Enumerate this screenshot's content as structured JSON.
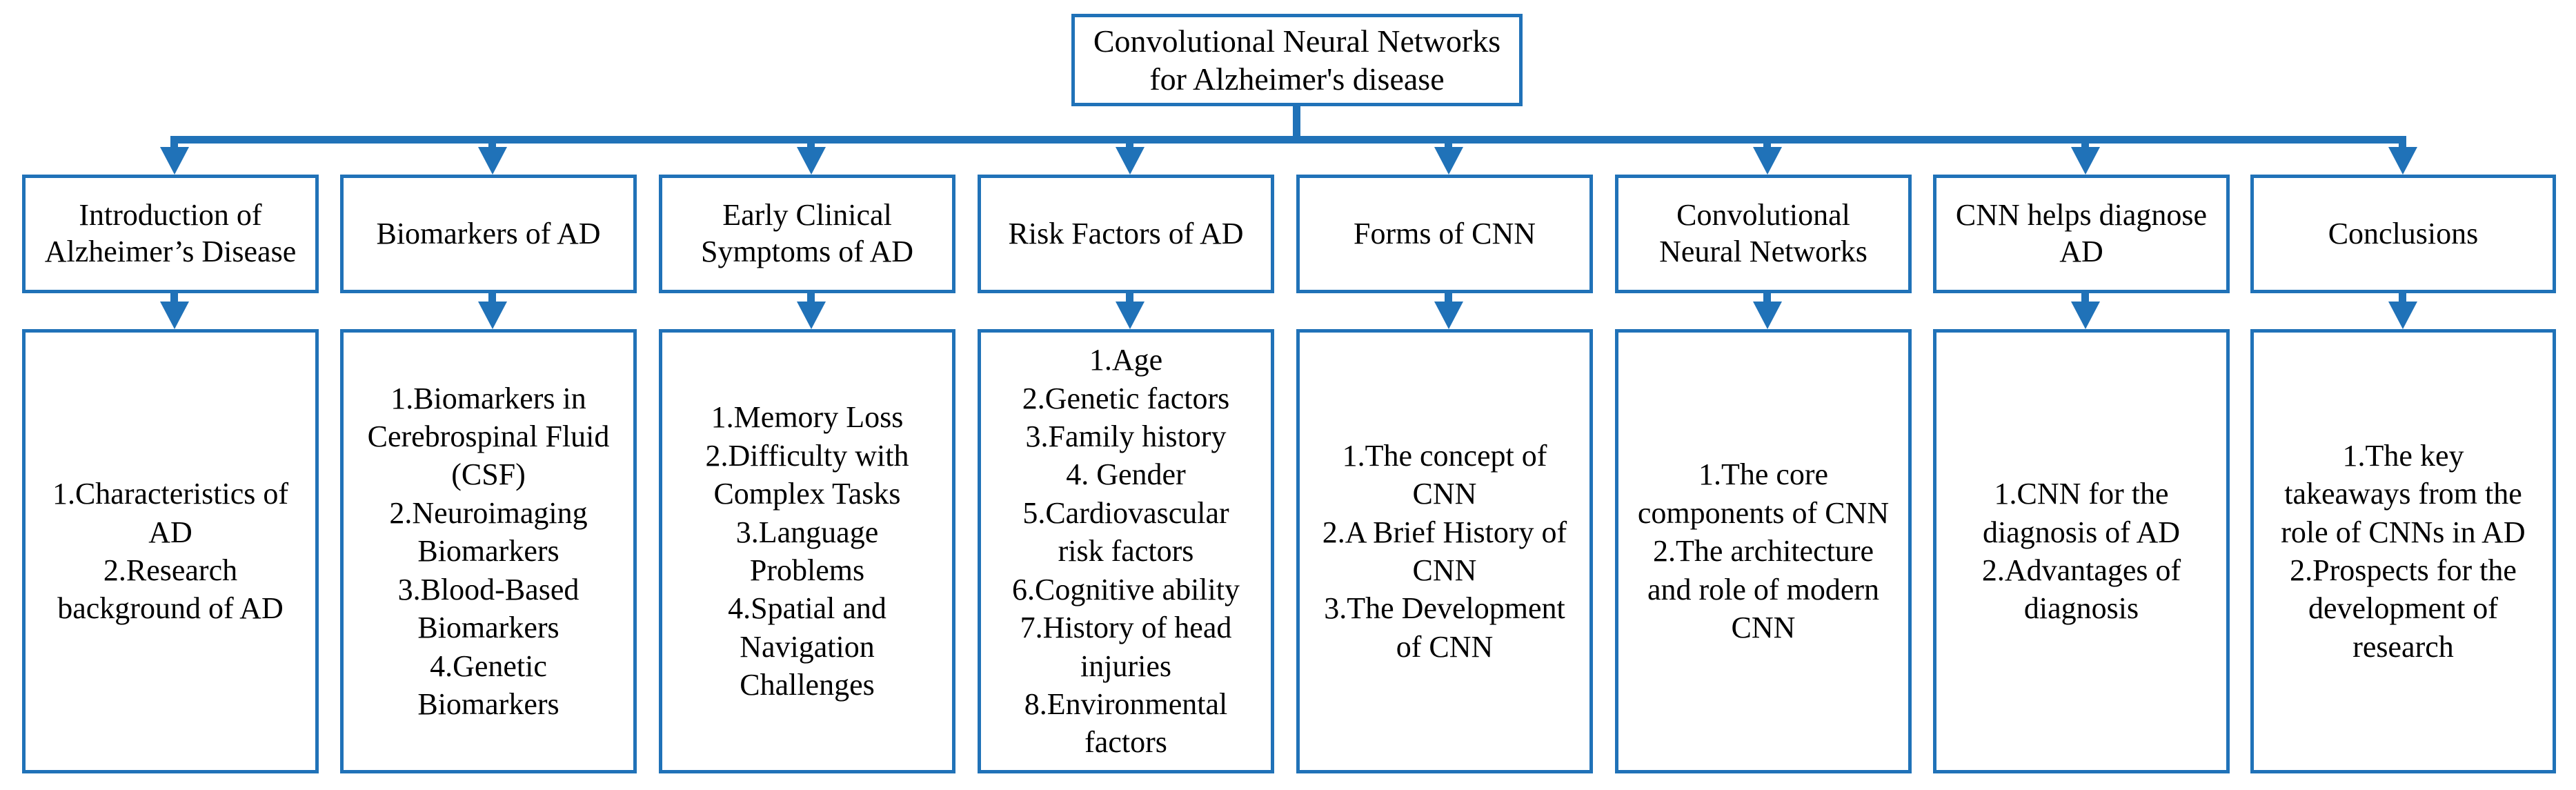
{
  "diagram": {
    "title": "Convolutional Neural Networks for Alzheimer's disease",
    "type": "tree-flowchart",
    "accent_color": "#2072b8",
    "background_color": "#ffffff",
    "text_color": "#000000"
  },
  "root": {
    "label": "Convolutional Neural Networks\nfor Alzheimer's disease"
  },
  "branches": [
    {
      "title": "Introduction of\nAlzheimer’s Disease",
      "details": "1.Characteristics of\nAD\n2.Research\nbackground of AD"
    },
    {
      "title": "Biomarkers of AD",
      "details": "1.Biomarkers in\nCerebrospinal Fluid\n(CSF)\n2.Neuroimaging\nBiomarkers\n3.Blood-Based\nBiomarkers\n4.Genetic\nBiomarkers"
    },
    {
      "title": "Early Clinical\nSymptoms of AD",
      "details": "1.Memory Loss\n2.Difficulty with\nComplex Tasks\n3.Language\nProblems\n4.Spatial and\nNavigation\nChallenges"
    },
    {
      "title": "Risk Factors of AD",
      "details": "1.Age\n2.Genetic factors\n3.Family history\n4. Gender\n5.Cardiovascular\nrisk factors\n6.Cognitive ability\n7.History of head\ninjuries\n8.Environmental\nfactors"
    },
    {
      "title": "Forms of CNN",
      "details": "1.The concept of\nCNN\n2.A Brief History of\nCNN\n3.The Development\nof CNN"
    },
    {
      "title": "Convolutional\nNeural Networks",
      "details": "1.The core\ncomponents of CNN\n2.The architecture\nand role of modern\nCNN"
    },
    {
      "title": "CNN helps diagnose\nAD",
      "details": "1.CNN for the\ndiagnosis of AD\n2.Advantages of\ndiagnosis"
    },
    {
      "title": "Conclusions",
      "details": "1.The key\ntakeaways from the\nrole of CNNs in AD\n2.Prospects for the\ndevelopment of\nresearch"
    }
  ]
}
